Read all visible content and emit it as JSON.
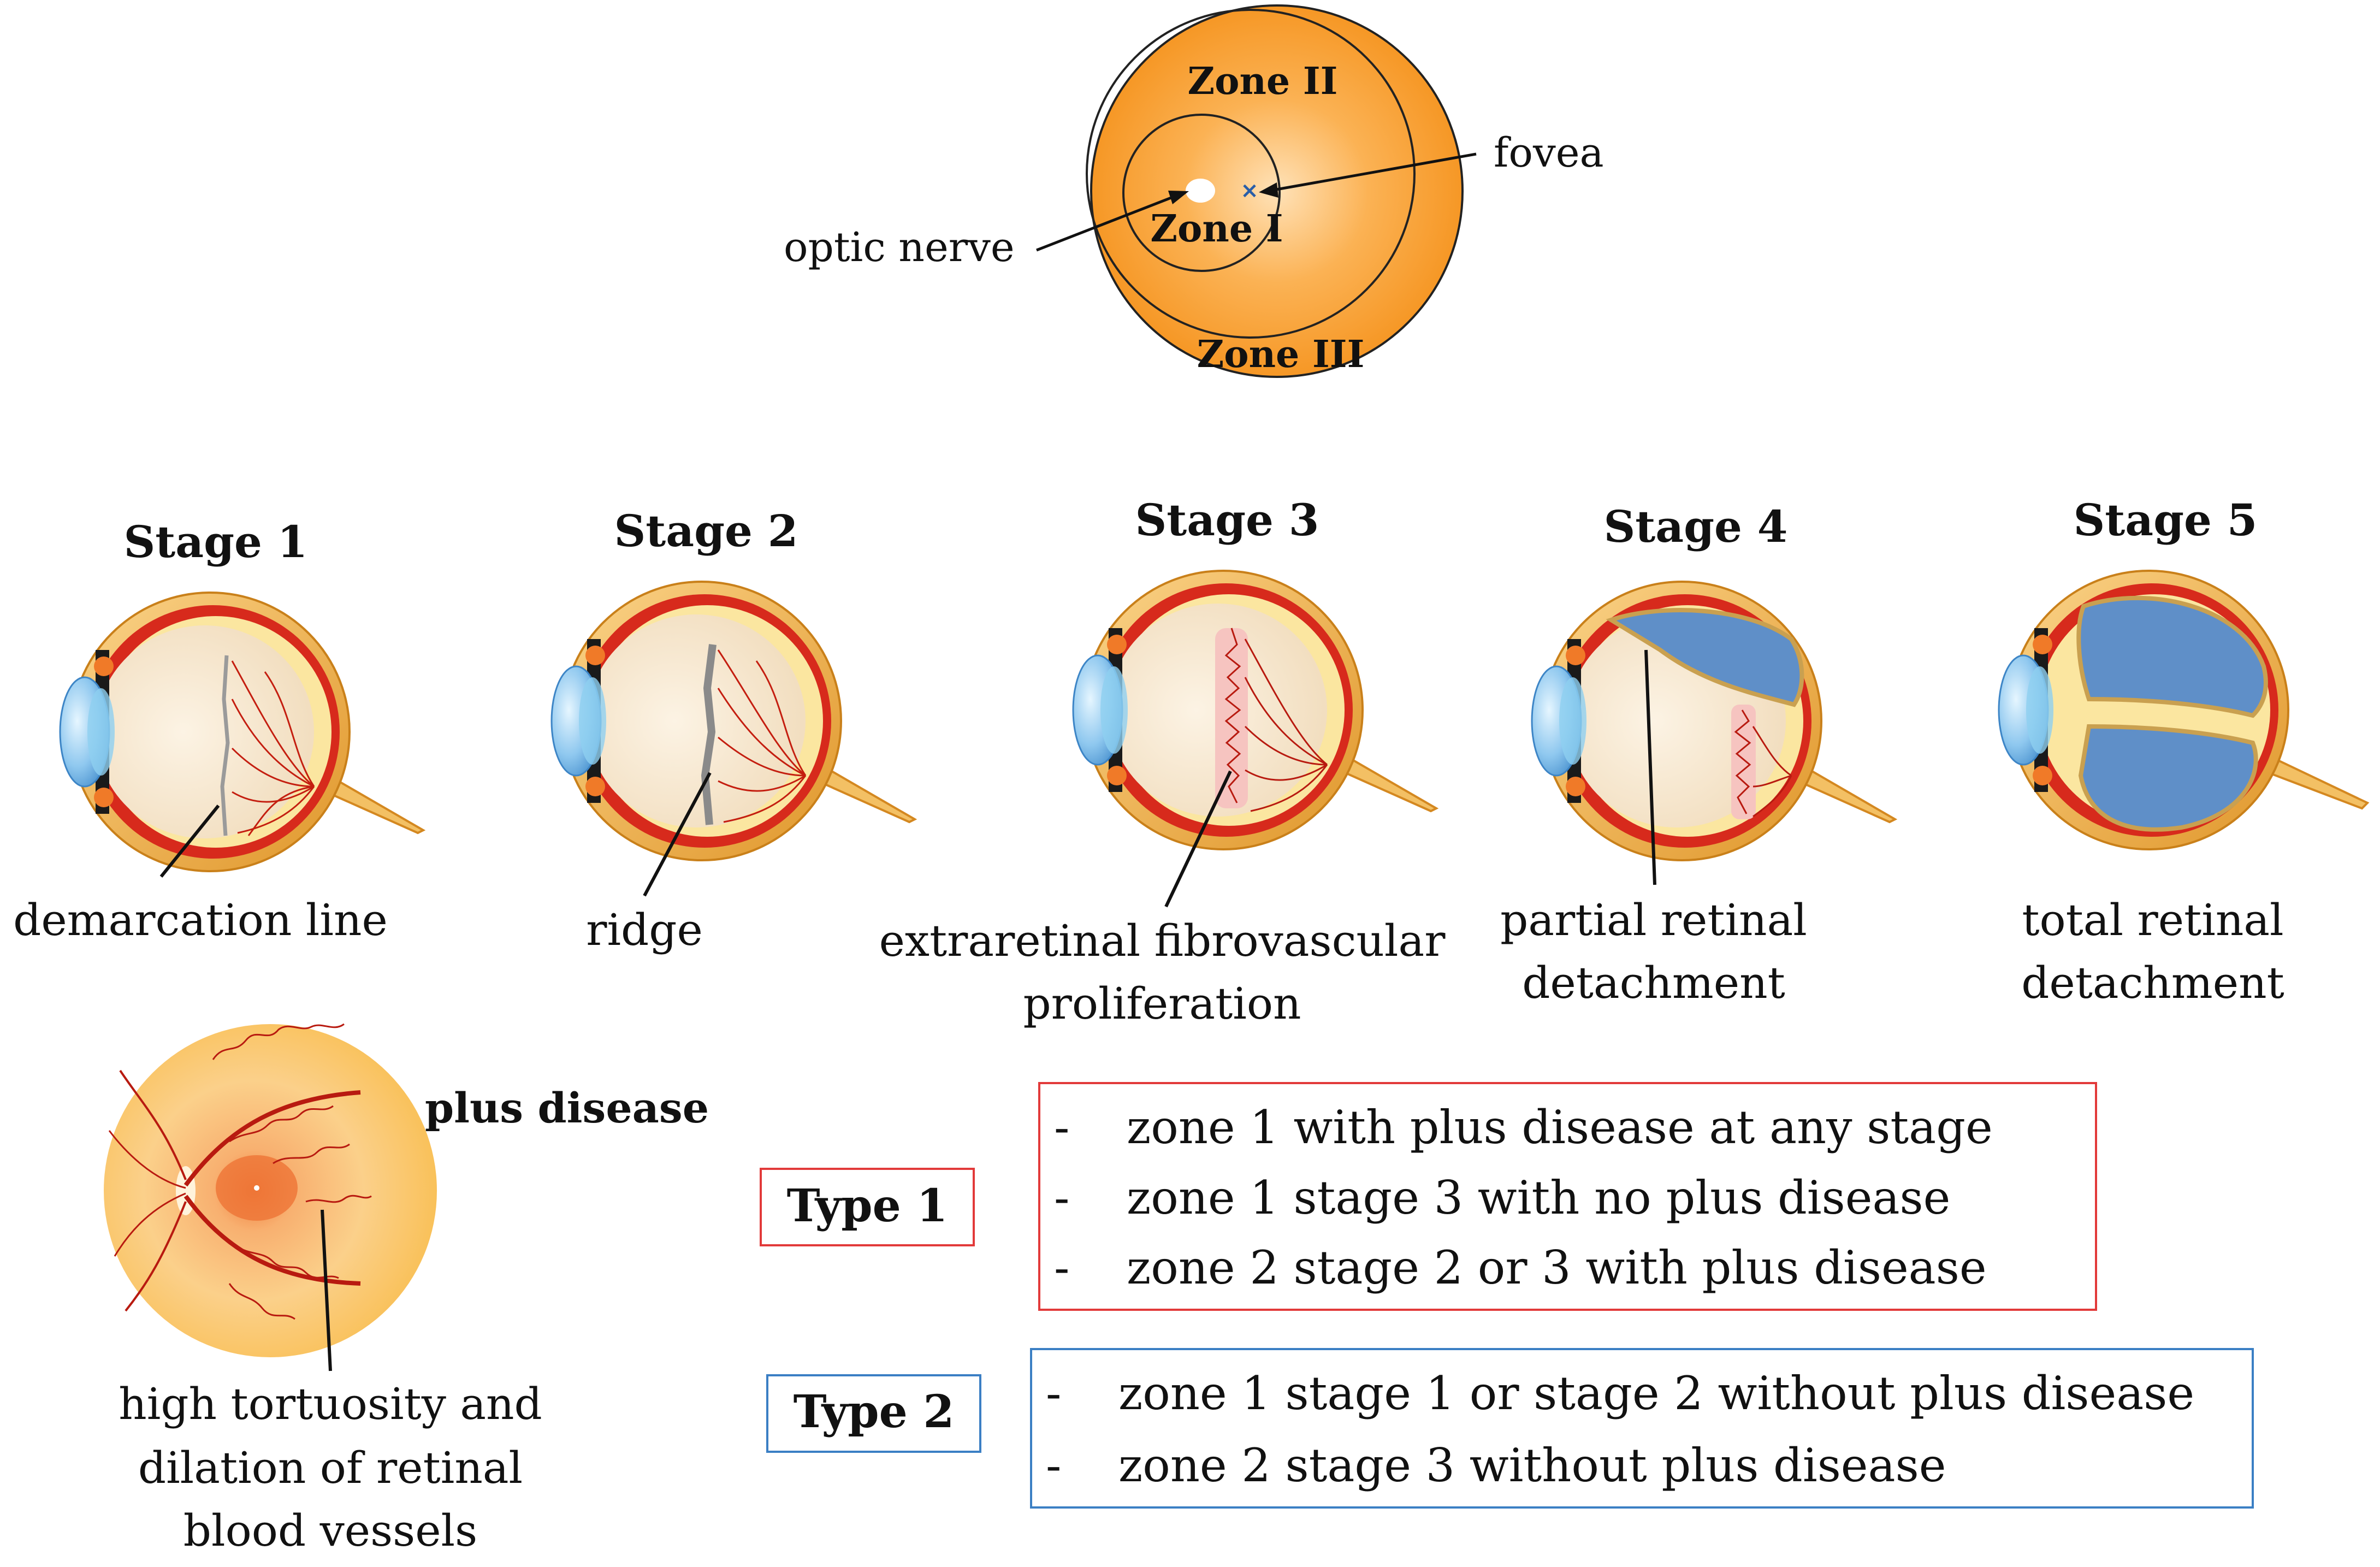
{
  "zones": {
    "zone_1": "Zone I",
    "zone_2": "Zone II",
    "zone_3": "Zone III",
    "fovea": "fovea",
    "optic_nerve": "optic nerve"
  },
  "stages": [
    {
      "title": "Stage 1",
      "caption_lines": [
        "demarcation line"
      ]
    },
    {
      "title": "Stage 2",
      "caption_lines": [
        "ridge"
      ]
    },
    {
      "title": "Stage 3",
      "caption_lines": [
        "extraretinal fibrovascular",
        "proliferation"
      ]
    },
    {
      "title": "Stage 4",
      "caption_lines": [
        "partial retinal",
        "detachment"
      ]
    },
    {
      "title": "Stage 5",
      "caption_lines": [
        "total retinal",
        "detachment"
      ]
    }
  ],
  "plus": {
    "title": "plus disease",
    "caption_lines": [
      "high tortuosity and",
      "dilation of  retinal",
      "blood vessels"
    ]
  },
  "type1": {
    "label": "Type 1",
    "items": [
      "zone 1 with plus disease at any stage",
      "zone 1 stage 3 with no plus disease",
      "zone 2 stage 2 or 3 with plus disease"
    ],
    "color": "#e23a3a"
  },
  "type2": {
    "label": "Type 2",
    "items": [
      "zone 1 stage 1 or stage 2 without plus disease",
      "zone 2 stage 3 without plus disease"
    ],
    "color": "#3b7fc4"
  },
  "bullet": "-",
  "colors": {
    "orange": "#f59a2a",
    "retina_red": "#d42a1e",
    "blue_fluid": "#5f8fc8"
  }
}
